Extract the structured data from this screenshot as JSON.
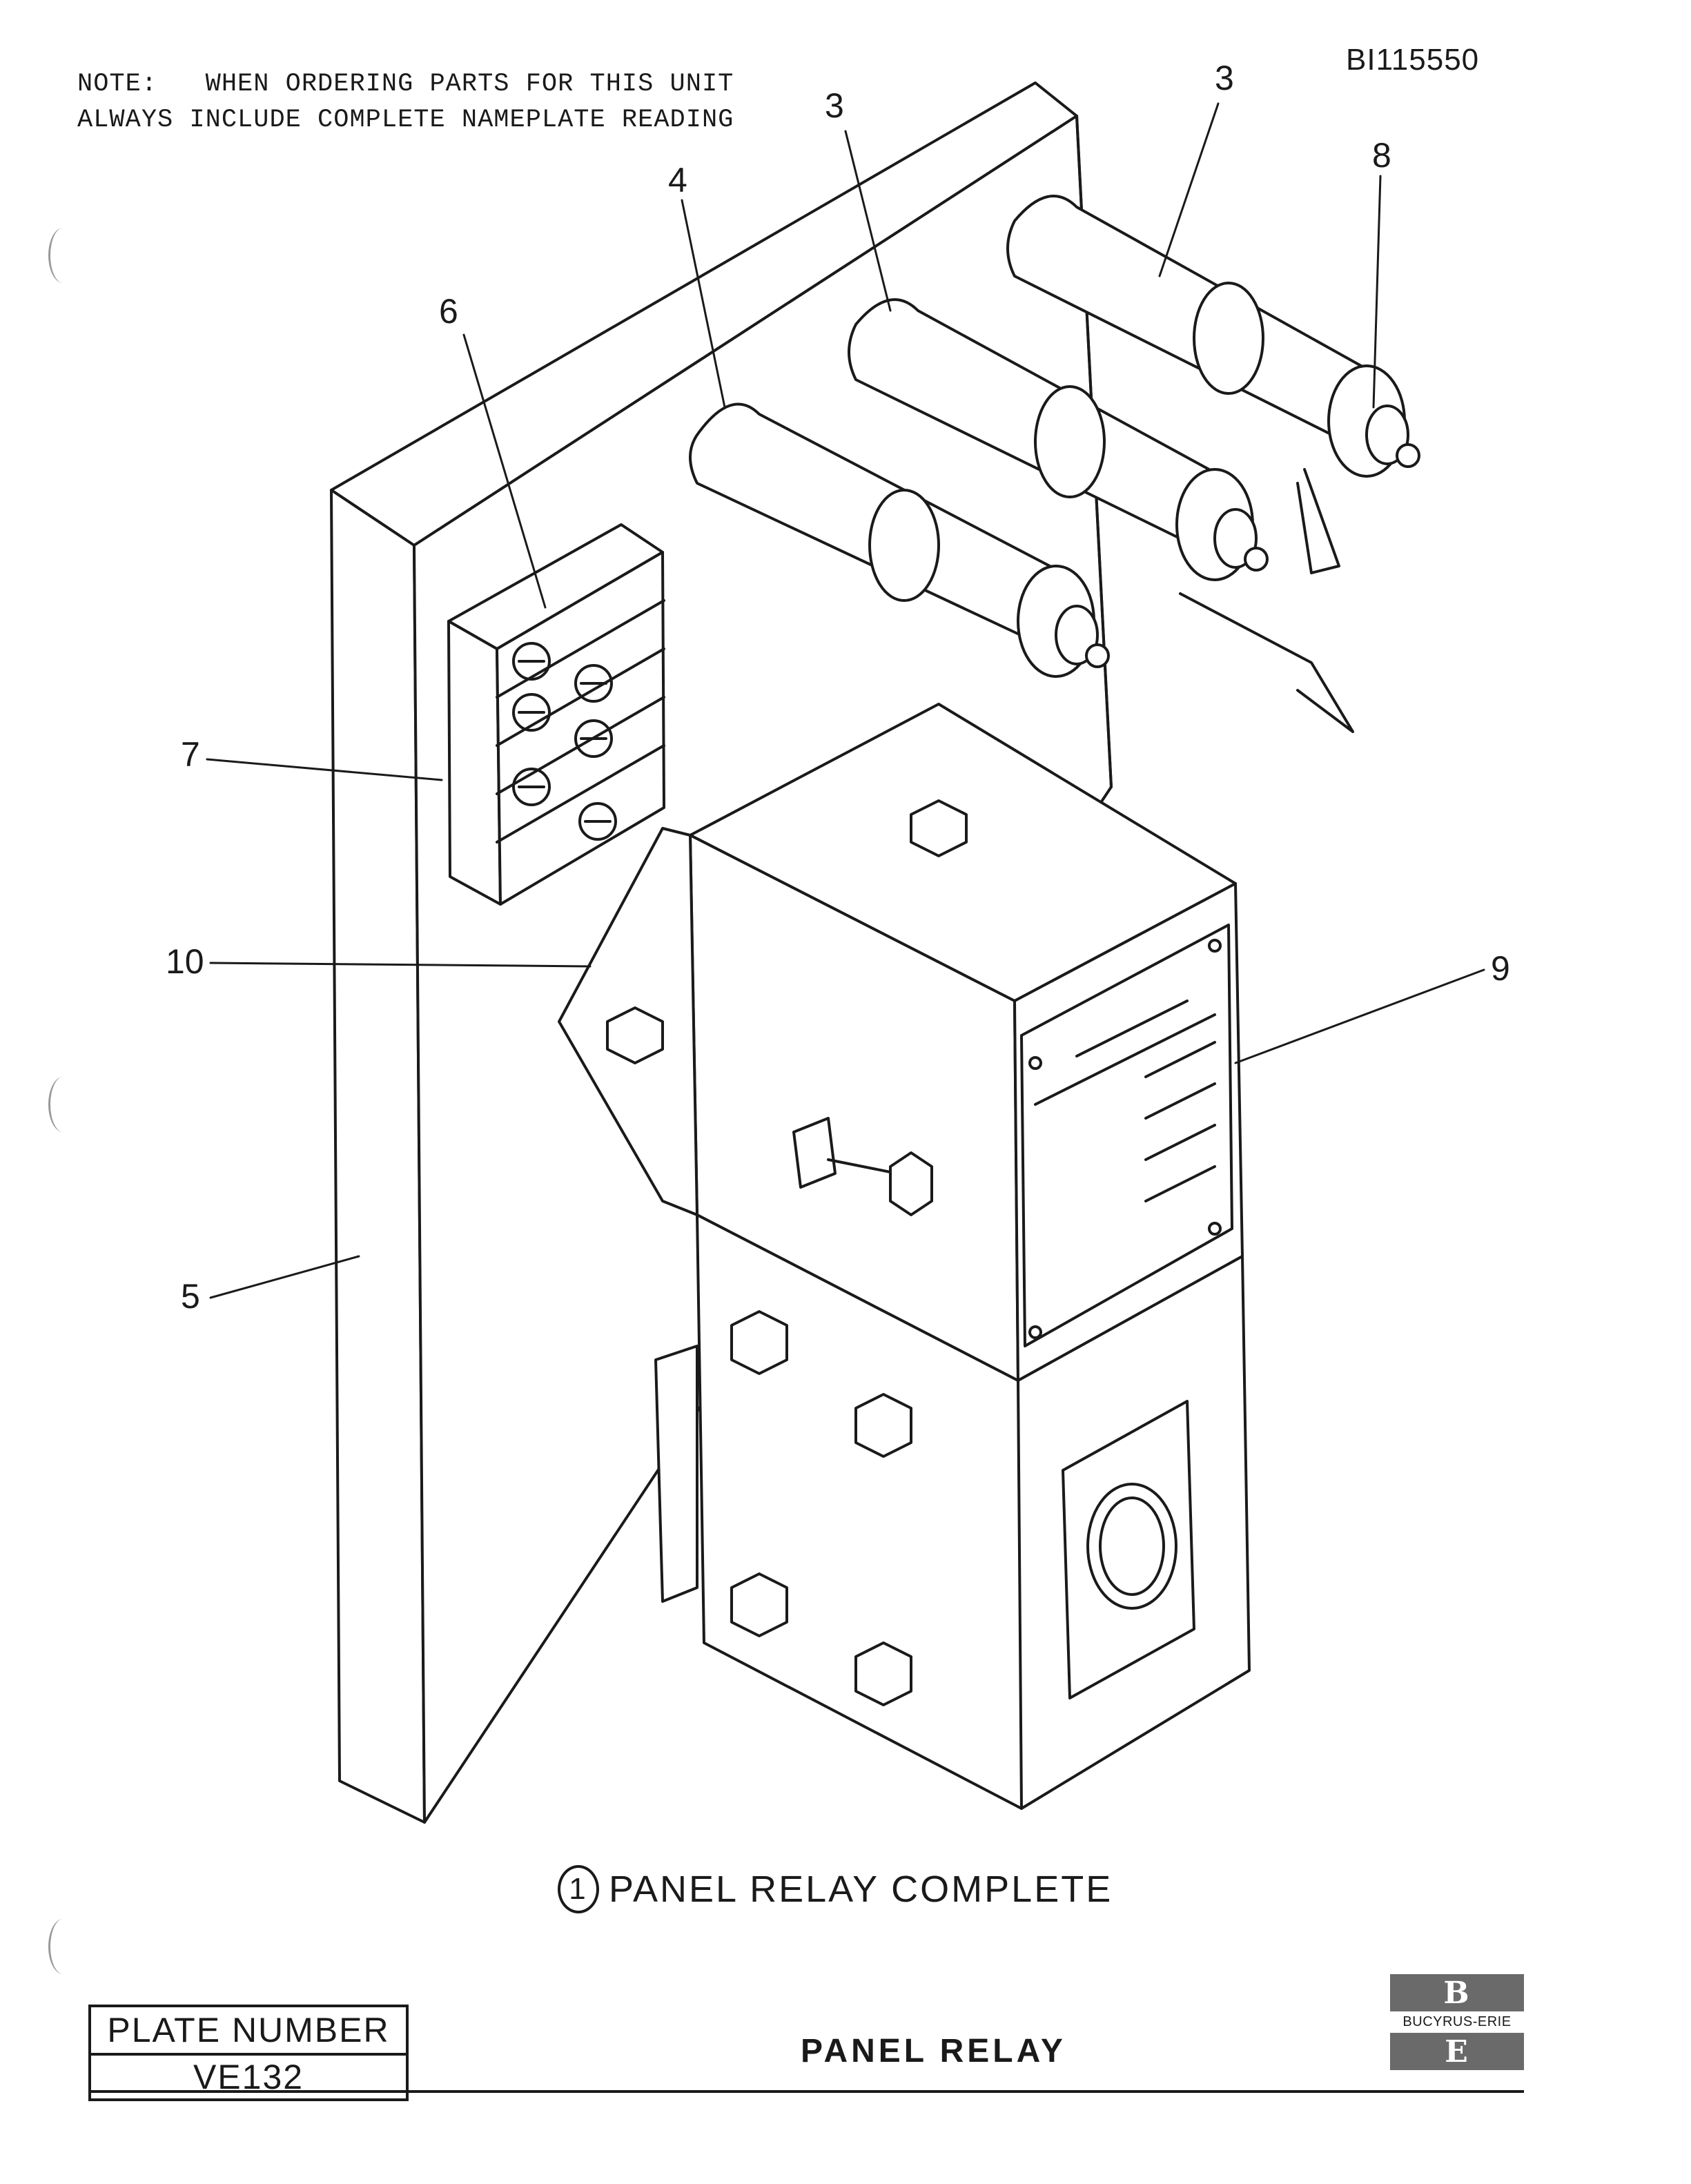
{
  "header": {
    "note_line1": "NOTE:   WHEN ORDERING PARTS FOR THIS UNIT",
    "note_line2": "ALWAYS INCLUDE COMPLETE NAMEPLATE READING",
    "doc_id": "BI115550"
  },
  "callouts": [
    "3",
    "3",
    "4",
    "8",
    "6",
    "7",
    "10",
    "9",
    "5"
  ],
  "caption": {
    "item_number": "1",
    "text": "PANEL RELAY COMPLETE"
  },
  "title_block": {
    "plate_label": "PLATE NUMBER",
    "plate_number": "VE132",
    "title": "PANEL RELAY",
    "logo_top": "B",
    "logo_text": "BUCYRUS-ERIE",
    "logo_bottom": "E"
  }
}
